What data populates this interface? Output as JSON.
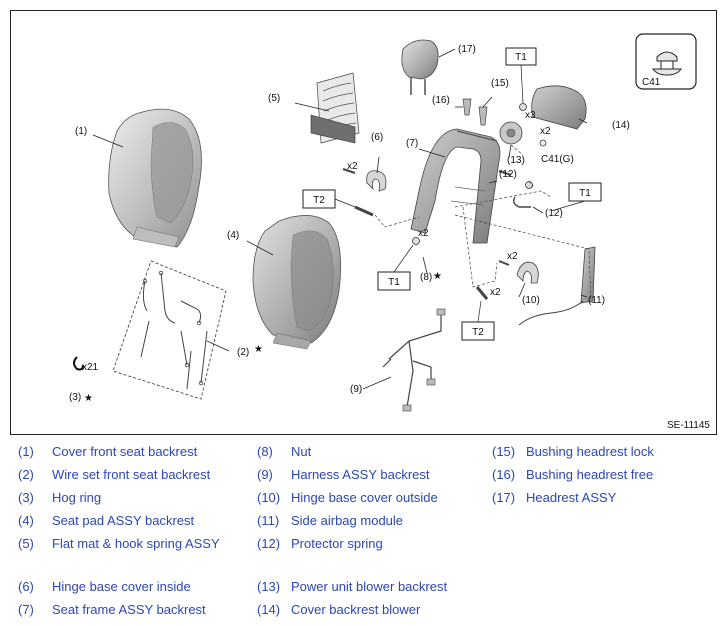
{
  "figure_id": "SE-11145",
  "callouts": {
    "n1": "(1)",
    "n2": "(2)",
    "n3": "(3)",
    "n4": "(4)",
    "n5": "(5)",
    "n6": "(6)",
    "n7": "(7)",
    "n8": "(8)",
    "n9": "(9)",
    "n10": "(10)",
    "n11": "(11)",
    "n12a": "(12)",
    "n12b": "(12)",
    "n13": "(13)",
    "n14": "(14)",
    "n15": "(15)",
    "n16": "(16)",
    "n17": "(17)"
  },
  "torque_tags": {
    "t1a": "T1",
    "t1b": "T1",
    "t1c": "T1",
    "t2a": "T2",
    "t2b": "T2"
  },
  "quantities": {
    "q_x21": "x21",
    "q_x2_6": "x2",
    "q_x2_8": "x2",
    "q_x2_10": "x2",
    "q_x2_t2": "x2",
    "q_x3": "x3",
    "q_x2_c41": "x2"
  },
  "clip": {
    "box_label": "C41",
    "ref_label": "C41(G)"
  },
  "star": "★",
  "legend": [
    {
      "num": "(1)",
      "text": "Cover front seat backrest"
    },
    {
      "num": "(2)",
      "text": "Wire set front seat backrest"
    },
    {
      "num": "(3)",
      "text": "Hog ring"
    },
    {
      "num": "(4)",
      "text": "Seat pad ASSY backrest"
    },
    {
      "num": "(5)",
      "text": "Flat mat & hook spring ASSY"
    },
    {
      "num": "(6)",
      "text": "Hinge base cover inside"
    },
    {
      "num": "(7)",
      "text": "Seat frame ASSY backrest"
    },
    {
      "num": "(8)",
      "text": "Nut"
    },
    {
      "num": "(9)",
      "text": "Harness ASSY backrest"
    },
    {
      "num": "(10)",
      "text": "Hinge base cover outside"
    },
    {
      "num": "(11)",
      "text": "Side airbag module"
    },
    {
      "num": "(12)",
      "text": "Protector spring"
    },
    {
      "num": "(13)",
      "text": "Power unit blower backrest"
    },
    {
      "num": "(14)",
      "text": "Cover backrest blower"
    },
    {
      "num": "(15)",
      "text": "Bushing headrest lock"
    },
    {
      "num": "(16)",
      "text": "Bushing headrest free"
    },
    {
      "num": "(17)",
      "text": "Headrest ASSY"
    }
  ]
}
